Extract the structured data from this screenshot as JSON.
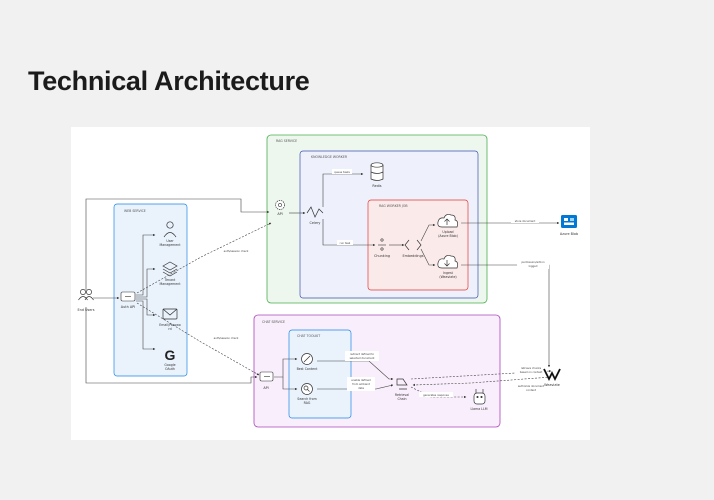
{
  "page": {
    "title": "Technical Architecture"
  },
  "groups": {
    "rag_service": "RAG SERVICE",
    "knowledge_worker": "KNOWLEDGE WORKER",
    "rag_worker": "RAG WORKER JOB",
    "web_service": "WEB SERVICE",
    "chat_service": "CHAT SERVICE",
    "chat_toolkit": "CHAT TOOLKIT"
  },
  "nodes": {
    "end_users": "End Users",
    "auth_api": "Auth API",
    "user_mgmt_1": "User",
    "user_mgmt_2": "Management",
    "tenant_mgmt_1": "Tenant",
    "tenant_mgmt_2": "Management",
    "email_1": "Email/Passwo",
    "email_2": "rd",
    "google_1": "Google",
    "google_2": "OAuth",
    "api_rag": "API",
    "celery": "Celery",
    "redis": "Redis",
    "chunking": "Chunking",
    "embeddings": "Embeddings",
    "upload_1": "Upload",
    "upload_2": "(Azure Blob)",
    "ingest_1": "Ingest",
    "ingest_2": "(Weaviate)",
    "azure_blob": "Azure Blob",
    "weaviate": "Weaviate",
    "api_chat": "API",
    "best_content_1": "Best Content",
    "search_rag_1": "Search from",
    "search_rag_2": "RAG",
    "retrieval_1": "Retrieval",
    "retrieval_2": "Chain",
    "llama_llm": "Llama LLM"
  },
  "edges": {
    "queue_tasks": "queue tasks",
    "run_task": "run task",
    "store_document": "store document",
    "perm_1": "permission/action",
    "perm_2": "logged",
    "auth_check_1": "auth/session check",
    "auth_check_2": "auth/session check",
    "redirect_1": "redirect defined to",
    "redirect_2": "selected document",
    "enable_1": "enable defined",
    "enable_2": "from ambient",
    "enable_3": "data",
    "retrieve_1": "retrieve chunks",
    "retrieve_2": "based on context",
    "generate": "generates response",
    "authorize_1": "authorize document",
    "authorize_2": "content"
  },
  "colors": {
    "rag_service": "#4caf50",
    "knowledge_worker": "#3f51b5",
    "rag_worker": "#e53935",
    "web_service": "#1e88e5",
    "chat_service": "#ab47bc",
    "chat_toolkit": "#1e88e5",
    "azure": "#0078d4"
  }
}
